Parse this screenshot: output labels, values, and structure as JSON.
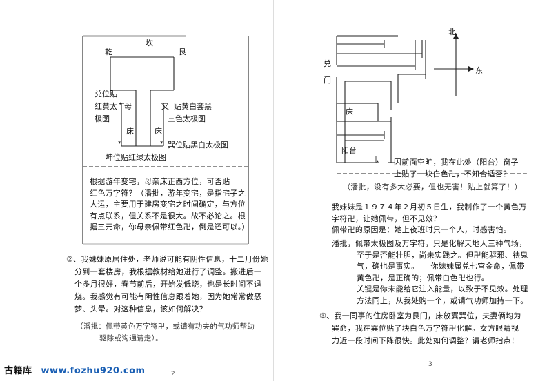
{
  "left_page": {
    "diagram": {
      "kan": "坎",
      "qian": "乾",
      "gen": "艮",
      "dui_label": [
        "兑位贴",
        "红黄太",
        "极图"
      ],
      "mu": "母",
      "fu_label": "父",
      "fu_note": "贴黄白套黑",
      "sanse": "三色太极图",
      "chuang_left": "床",
      "chuang_right": "床",
      "xun_note": "巽位贴黑白太极图",
      "kun_note": "坤位贴红绿太极图"
    },
    "box_text": [
      "根据游年变宅，母亲床正西方位，可否贴",
      "红色万字符？（潘批，游年变宅，是指宅子之",
      "大运，主要用于建房变宅之时间确定，与方位",
      "有点联系，但关系不是很大。故不必论之。根",
      "据三元命，你母亲佩带红色卍，倒是还可以。）"
    ],
    "q2": [
      "②、我妹妹原居住处，老师说可能有阴性信息，十二月份她",
      "分到一套楼房，我根据教材给她进行了调整。搬进后一",
      "个多月很好，春节前后，开始发低烧，也是长时间不退",
      "烧。我感觉有可能有阴性信息跟着她，因为她常常做恶",
      "梦、头晕。对这种信息，该如何解决？"
    ],
    "q2_reply": [
      "（潘批：佩带黄色万字符卍，或请有功夫的气功师帮助",
      "驱除或沟通请走）。"
    ],
    "page_number": "2"
  },
  "right_page": {
    "diagram": {
      "north": "北",
      "east": "东",
      "dui": "兑",
      "men": "门",
      "chuang": "床",
      "yangtai": "阳台",
      "note": [
        "因前面空旷，我在此处（阳台）窗子",
        "上贴了一块白色卍，不知合适否？"
      ]
    },
    "reply1": "（潘批，没有多大必要，但也无害！贴上就算了！）",
    "para1": [
      "我妹妹是１９７４年２月初５日生，我制作了一个黄色万",
      "字符卍，让她佩带，但不见效？",
      "佩带卍的原因是：她上夜班时只一个人，时感害怕。"
    ],
    "reply2": [
      "潘批，佩带太极图及万字符，只是化解天地人三种气场，",
      "至于是否能壮胆，尚未实践之。但卍能驱邪、祛鬼",
      "气，确也是事实。　　你妹妹属兑七宫金命，佩带",
      "黄色卍，是正确的；佩带白色卍也行。",
      "关键是你未能给它注入能量，以致于不见效。处理",
      "方法同上，从我处购一个，或请气功师加持一下。"
    ],
    "q3": [
      "③、我一同事的住房卧室为艮门，床放翼巽位，夫妻俩均为",
      "巽命，我在巽位贴了块白色万字符卍化解。女方眼睛视",
      "力近一段时间下降很快。此处如何调整？请老师指点！"
    ],
    "page_number": "3"
  },
  "footer": {
    "site_cn": "古籍库",
    "url": "www.fozhu920.com"
  },
  "colors": {
    "text": "#111111",
    "footer_url": "#1a5fb4"
  }
}
